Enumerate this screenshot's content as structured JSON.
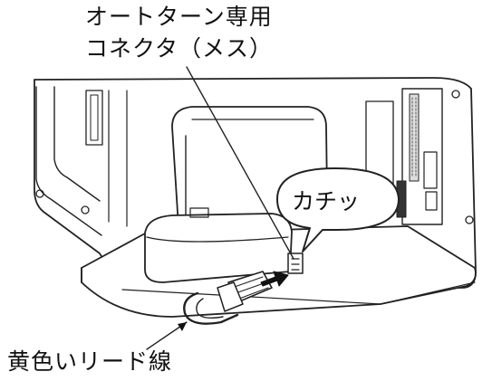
{
  "labels": {
    "connector_line1": "オートターン専用",
    "connector_line2": "コネクタ（メス）",
    "click_sound": "カチッ",
    "yellow_lead": "黄色いリード線"
  }
}
